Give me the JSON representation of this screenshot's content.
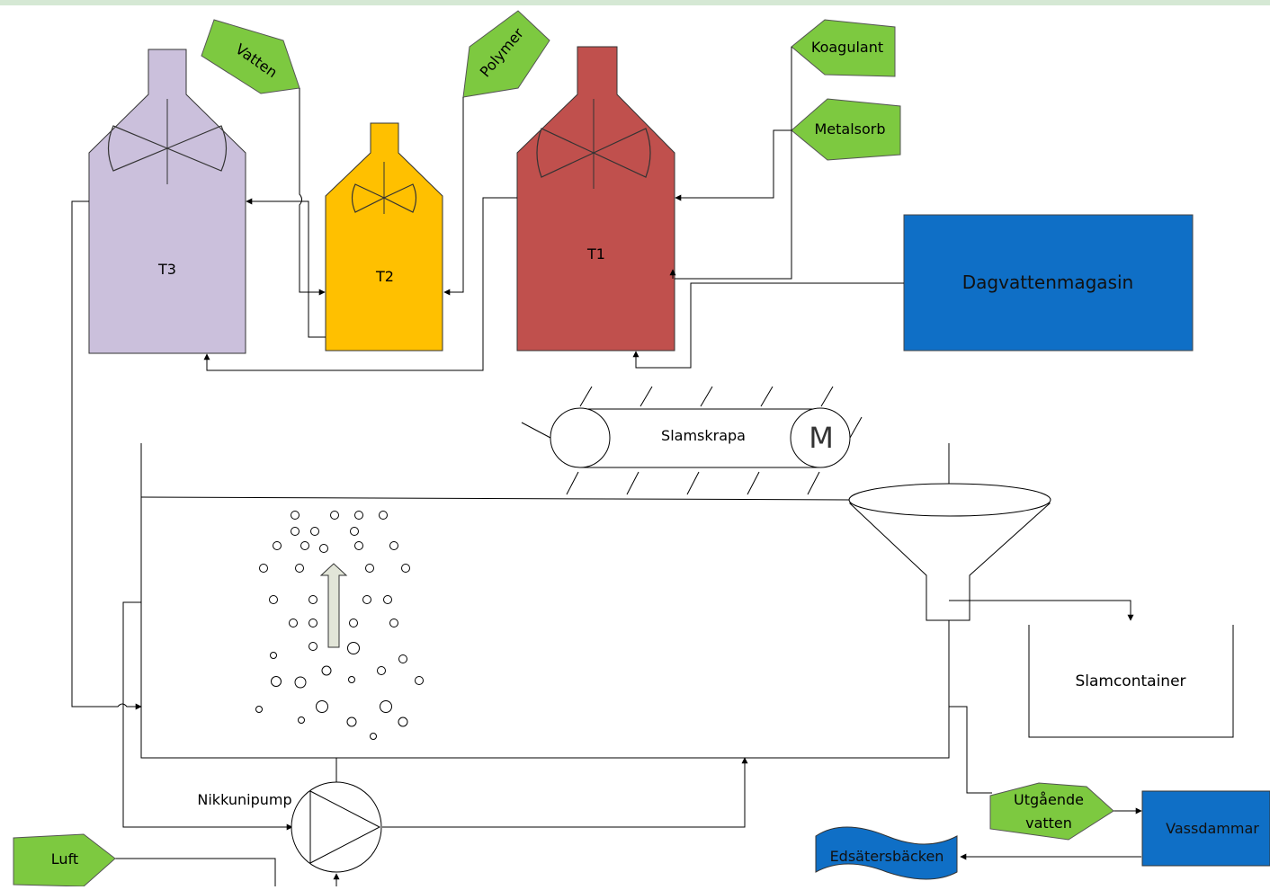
{
  "labels": {
    "vatten": "Vatten",
    "polymer": "Polymer",
    "koagulant": "Koagulant",
    "metalsorb": "Metalsorb",
    "t3": "T3",
    "t2": "T2",
    "t1": "T1",
    "dagvattenmagasin": "Dagvattenmagasin",
    "slamskrapa": "Slamskrapa",
    "motor": "M",
    "slamcontainer": "Slamcontainer",
    "nikkunipump": "Nikkunipump",
    "luft": "Luft",
    "utgaende_vatten_1": "Utgående",
    "utgaende_vatten_2": "vatten",
    "vassdammar": "Vassdammar",
    "edsatersbacken": "Edsätersbäcken"
  },
  "colors": {
    "tank_t3": "#cbc0dc",
    "tank_t2": "#ffc000",
    "tank_t1": "#c0504d",
    "input_tag": "#7dc940",
    "magasin": "#0f6fc6",
    "top_band": "#d5e8d4"
  }
}
